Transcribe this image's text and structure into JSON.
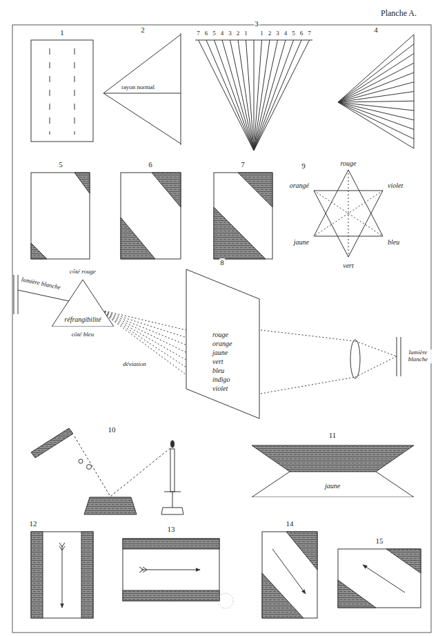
{
  "diagram": {
    "nodes": [
      {
        "text": [
          "réfrangibilité"
        ]
      },
      {
        "text": [
          "rouge",
          "orange",
          "jaune",
          "vert",
          "bleu",
          "indigo",
          "violet"
        ]
      },
      {
        "text": [
          "jaune"
        ]
      }
    ],
    "labels": [
      "Planche A.",
      "1",
      "2",
      "3",
      "4",
      "5",
      "6",
      "7",
      "8",
      "9",
      "10",
      "11",
      "12",
      "13",
      "14",
      "15",
      "rayon normal",
      "7",
      "6",
      "5",
      "4",
      "3",
      "2",
      "1",
      "1",
      "2",
      "3",
      "4",
      "5",
      "6",
      "7",
      "rouge",
      "orangé",
      "violet",
      "jaune",
      "bleu",
      "vert",
      "lumière blanche",
      "côté rouge",
      "côté bleu",
      "déviation",
      "lumière blanche"
    ]
  }
}
